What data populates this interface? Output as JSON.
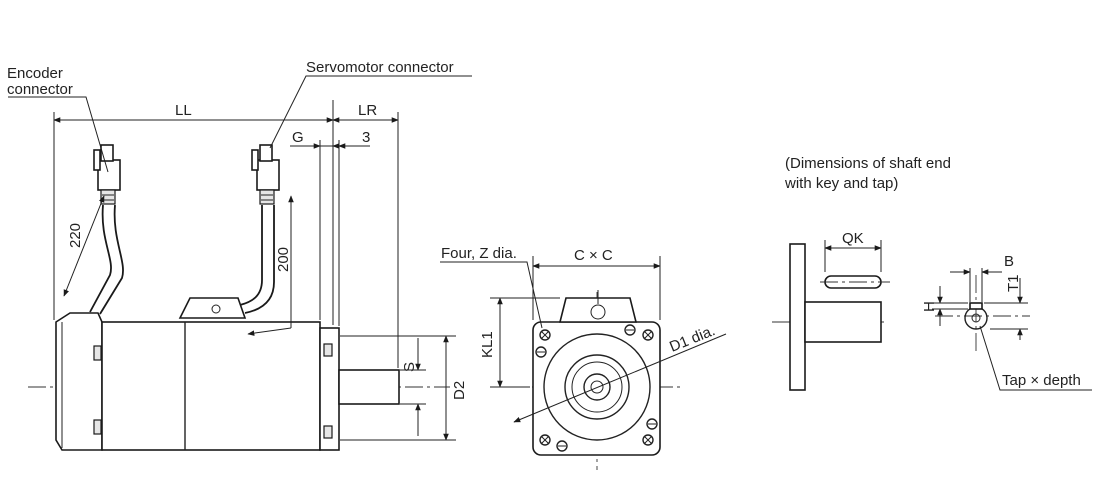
{
  "labels": {
    "encoder_connector_line1": "Encoder",
    "encoder_connector_line2": "connector",
    "servomotor_connector": "Servomotor connector",
    "four_z_dia": "Four, Z dia.",
    "c_x_c": "C × C",
    "d1_dia": "D1 dia.",
    "shaft_note_line1": "(Dimensions of shaft end",
    "shaft_note_line2": "with key and tap)",
    "tap_depth": "Tap × depth"
  },
  "dims": {
    "ll": "LL",
    "lr": "LR",
    "g": "G",
    "three": "3",
    "cable_220": "220",
    "cable_200": "200",
    "s": "S",
    "d2": "D2",
    "kl1": "KL1",
    "qk": "QK",
    "b": "B",
    "h": "H",
    "t1": "T1"
  },
  "colors": {
    "line": "#1a1a1a",
    "background": "#ffffff"
  }
}
